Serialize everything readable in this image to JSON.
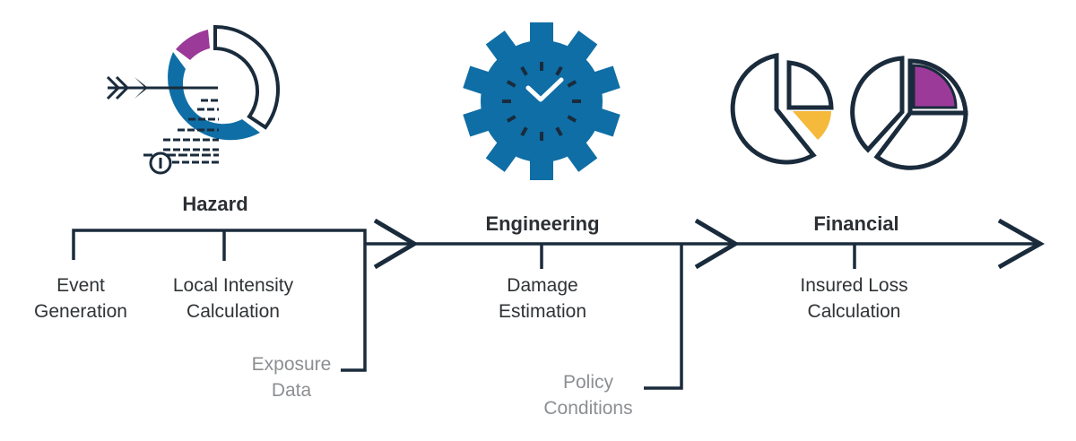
{
  "colors": {
    "navy": "#1a2b3c",
    "blue": "#0f6ea5",
    "purple": "#9b3a99",
    "gold": "#f5b93b",
    "text": "#2f3336",
    "muted_text": "#8c8f92"
  },
  "stages": {
    "hazard": {
      "title": "Hazard",
      "icon": "hazard-target-donut-icon"
    },
    "engineering": {
      "title": "Engineering",
      "icon": "gear-clock-icon"
    },
    "financial": {
      "title": "Financial",
      "icon": "pie-charts-icon"
    }
  },
  "steps": {
    "event_generation": {
      "line1": "Event",
      "line2": "Generation"
    },
    "local_intensity": {
      "line1": "Local Intensity",
      "line2": "Calculation"
    },
    "damage_estimation": {
      "line1": "Damage",
      "line2": "Estimation"
    },
    "insured_loss": {
      "line1": "Insured Loss",
      "line2": "Calculation"
    }
  },
  "inputs": {
    "exposure_data": {
      "line1": "Exposure",
      "line2": "Data"
    },
    "policy_conditions": {
      "line1": "Policy",
      "line2": "Conditions"
    }
  }
}
